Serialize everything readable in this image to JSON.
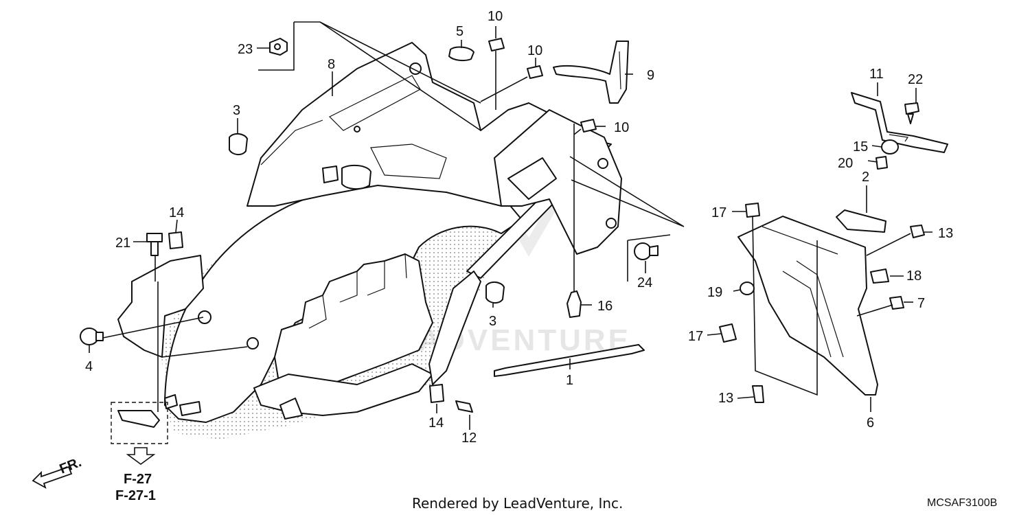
{
  "diagram": {
    "callouts": {
      "c1": "1",
      "c2": "2",
      "c3a": "3",
      "c3b": "3",
      "c4": "4",
      "c5": "5",
      "c6": "6",
      "c7": "7",
      "c8": "8",
      "c9": "9",
      "c10a": "10",
      "c10b": "10",
      "c10c": "10",
      "c11": "11",
      "c12": "12",
      "c13a": "13",
      "c13b": "13",
      "c14a": "14",
      "c14b": "14",
      "c15": "15",
      "c16": "16",
      "c17a": "17",
      "c17b": "17",
      "c18": "18",
      "c19": "19",
      "c20": "20",
      "c21": "21",
      "c22": "22",
      "c23": "23",
      "c24": "24"
    },
    "front_label": "FR.",
    "refs": [
      "F-27",
      "F-27-1"
    ],
    "watermark": "LEADVENTURE",
    "footer": "Rendered by LeadVenture, Inc.",
    "diagram_code": "MCSAF3100B"
  }
}
